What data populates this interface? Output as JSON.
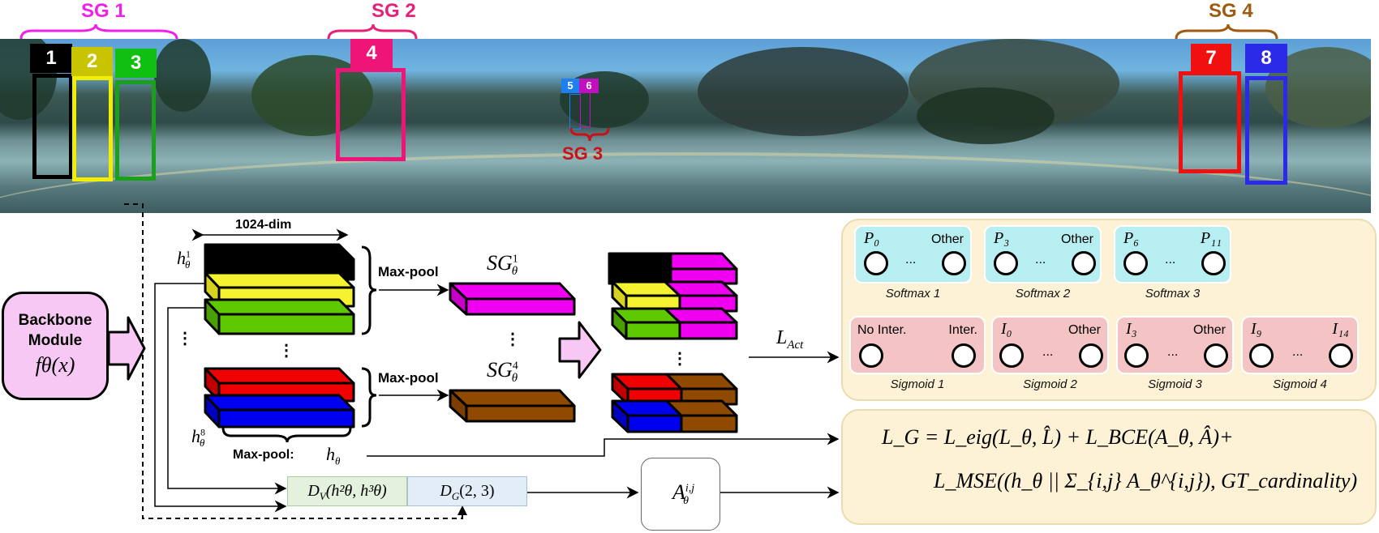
{
  "subgroups": [
    {
      "label": "SG 1",
      "color": "#f020e8"
    },
    {
      "label": "SG 2",
      "color": "#e8207a"
    },
    {
      "label": "SG 3",
      "color": "#c8101a"
    },
    {
      "label": "SG 4",
      "color": "#a05a10"
    }
  ],
  "persons": [
    {
      "id": "1",
      "color": "#000000",
      "tag_bg": "#000000"
    },
    {
      "id": "2",
      "color": "#f2ee00",
      "tag_bg": "#c9c400"
    },
    {
      "id": "3",
      "color": "#1aa01a",
      "tag_bg": "#10c010"
    },
    {
      "id": "4",
      "color": "#ee1478",
      "tag_bg": "#ee1478"
    },
    {
      "id": "5",
      "color": "#1e7ff0",
      "tag_bg": "#1e7ff0"
    },
    {
      "id": "6",
      "color": "#c010c0",
      "tag_bg": "#c010c0"
    },
    {
      "id": "7",
      "color": "#f01010",
      "tag_bg": "#f01010"
    },
    {
      "id": "8",
      "color": "#2a2ae8",
      "tag_bg": "#2a2ae8"
    }
  ],
  "backbone": {
    "line1": "Backbone",
    "line2": "Module",
    "formula": "fθ(x)"
  },
  "features": {
    "dim_label": "1024-dim",
    "h_top": "h",
    "h_top_sup": "1",
    "h_bottom": "h",
    "h_bottom_sup": "8",
    "theta": "θ",
    "maxpool_all": "Max-pool:",
    "h_theta": "h",
    "vdots": "⋮"
  },
  "pooling": {
    "maxpool_1": "Max-pool",
    "maxpool_2": "Max-pool",
    "sg_top": "SG",
    "sg_top_sup": "1",
    "sg_bottom": "SG",
    "sg_bottom_sup": "4"
  },
  "distance": {
    "dv_label": "D",
    "dv_sub": "V",
    "dv_args": "(h²θ, h³θ)",
    "dg_label": "D",
    "dg_sub": "G",
    "dg_args": "(2, 3)",
    "adj": "A",
    "adj_sup": "i,j",
    "adj_sub": "θ"
  },
  "loss_act": {
    "label": "L",
    "sub": "Act"
  },
  "heads": {
    "softmax": [
      {
        "left": "P₀",
        "right": "Other",
        "dots": "...",
        "caption": "Softmax 1"
      },
      {
        "left": "P₃",
        "right": "Other",
        "dots": "...",
        "caption": "Softmax 2"
      },
      {
        "left": "P₆",
        "right": "P₁₁",
        "dots": "...",
        "caption": "Softmax 3"
      }
    ],
    "sigmoid": [
      {
        "left": "No Inter.",
        "right": "Inter.",
        "dots": "",
        "caption": "Sigmoid 1"
      },
      {
        "left": "I₀",
        "right": "Other",
        "dots": "...",
        "caption": "Sigmoid 2"
      },
      {
        "left": "I₃",
        "right": "Other",
        "dots": "...",
        "caption": "Sigmoid 3"
      },
      {
        "left": "I₉",
        "right": "I₁₄",
        "dots": "...",
        "caption": "Sigmoid 4"
      }
    ]
  },
  "loss_group": {
    "line1": "L_G = L_eig(L_θ, L̂) + L_BCE(A_θ, Â)+",
    "line2": "L_MSE((h_θ || Σ_{i,j} A_θ^{i,j}), GT_cardinality)"
  },
  "colors": {
    "feat_black": "#000000",
    "feat_yellow": "#f5f230",
    "feat_green": "#5ec800",
    "feat_red": "#f00000",
    "feat_blue": "#0000f0",
    "sg_magenta": "#f000f0",
    "sg_brown": "#904a00",
    "pink_arrow": "#f8c8f4",
    "panel_bg": "#fdf2d6",
    "softmax_bg": "#b6eef2",
    "sigmoid_bg": "#f4c4c4",
    "dv_bg": "#e4f2dd",
    "dg_bg": "#e2edf8"
  }
}
